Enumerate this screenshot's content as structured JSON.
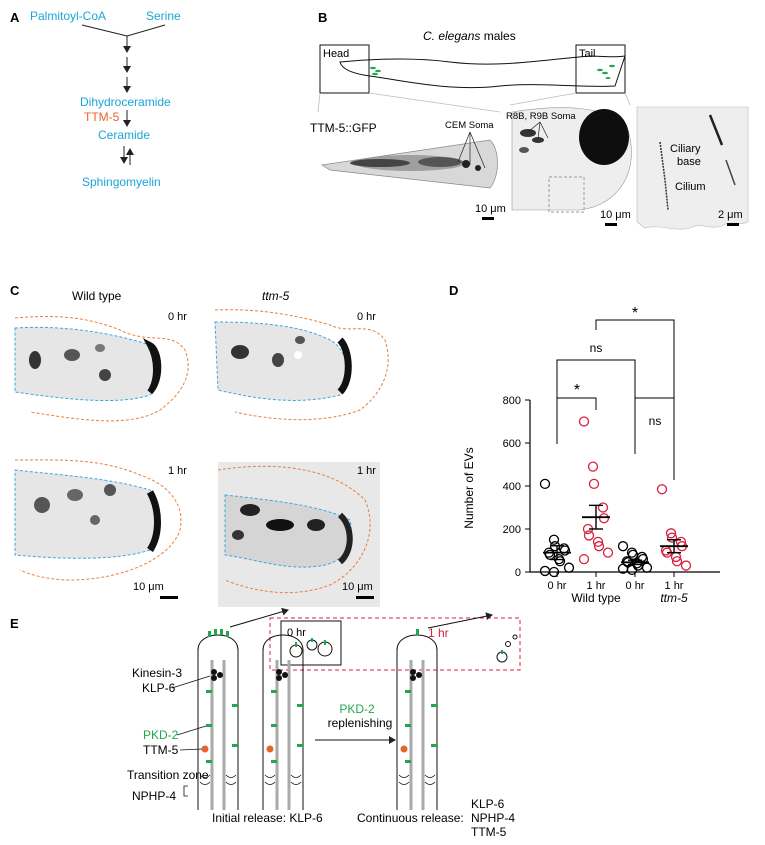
{
  "colors": {
    "cyan": "#1aa6d8",
    "orange": "#e8642c",
    "green": "#22a650",
    "red": "#d8203c",
    "blue_dash": "#3aa8e0",
    "orange_dash": "#e8803a"
  },
  "panel_a": {
    "label": "A",
    "pathway": [
      "Palmitoyl-CoA",
      "Serine",
      "Dihydroceramide",
      "Ceramide",
      "Sphingomyelin"
    ],
    "enzyme": "TTM-5"
  },
  "panel_b": {
    "label": "B",
    "title_italic": "C. elegans",
    "title_rest": " males",
    "head": "Head",
    "tail": "Tail",
    "reporter": "TTM-5::GFP",
    "cem_soma": "CEM Soma",
    "r8b_soma": "R8B, R9B Soma",
    "ciliary_base_1": "Ciliary",
    "ciliary_base_2": "base",
    "cilium": "Cilium",
    "scale_1": "10 μm",
    "scale_2": "10 μm",
    "scale_3": "2 μm"
  },
  "panel_c": {
    "label": "C",
    "wild_type": "Wild type",
    "mutant": "ttm-5",
    "t0": "0 hr",
    "t1": "1 hr",
    "scale_a": "10 μm",
    "scale_b": "10 μm"
  },
  "panel_d": {
    "label": "D",
    "ylabel": "Number of EVs",
    "groups": [
      "Wild type",
      "ttm-5"
    ],
    "sig_top": "*",
    "sig_ns_1": "ns",
    "sig_left": "*",
    "sig_ns_2": "ns"
  },
  "chart_data": {
    "type": "scatter",
    "categories": [
      "0 hr",
      "1 hr",
      "0 hr",
      "1 hr"
    ],
    "group_labels": [
      "Wild type",
      "ttm-5"
    ],
    "ylabel": "Number of EVs",
    "ylim": [
      0,
      800
    ],
    "yticks": [
      0,
      200,
      400,
      600,
      800
    ],
    "series": [
      {
        "values": [
          410,
          150,
          120,
          110,
          100,
          90,
          80,
          60,
          50,
          20,
          5,
          0
        ],
        "mean": 90,
        "sem": 32,
        "color": "#000000"
      },
      {
        "values": [
          700,
          490,
          410,
          300,
          250,
          200,
          170,
          140,
          120,
          90,
          60
        ],
        "mean": 255,
        "sem": 55,
        "color": "#d8203c"
      },
      {
        "values": [
          120,
          90,
          80,
          70,
          60,
          50,
          45,
          40,
          30,
          20,
          15,
          10
        ],
        "mean": 45,
        "sem": 10,
        "color": "#000000"
      },
      {
        "values": [
          385,
          180,
          160,
          140,
          120,
          100,
          90,
          70,
          50,
          30
        ],
        "mean": 120,
        "sem": 30,
        "color": "#d8203c"
      }
    ],
    "comparisons": [
      {
        "groups": [
          0,
          1
        ],
        "label": "*"
      },
      {
        "groups": [
          0,
          2
        ],
        "label": "ns"
      },
      {
        "groups": [
          2,
          3
        ],
        "label": "ns"
      },
      {
        "groups": [
          1,
          3
        ],
        "label": "*"
      }
    ]
  },
  "panel_e": {
    "label": "E",
    "time_0": "0 hr",
    "time_1": "1 hr",
    "kinesin": "Kinesin-3",
    "klp6": "KLP-6",
    "pkd2": "PKD-2",
    "ttm5": "TTM-5",
    "tz": "Transition zone",
    "nphp4": "NPHP-4",
    "arrow_1": "PKD-2",
    "arrow_2": "replenishing",
    "initial": "Initial release: KLP-6",
    "continuous": "Continuous release:",
    "cont_list": [
      "KLP-6",
      "NPHP-4",
      "TTM-5"
    ]
  }
}
